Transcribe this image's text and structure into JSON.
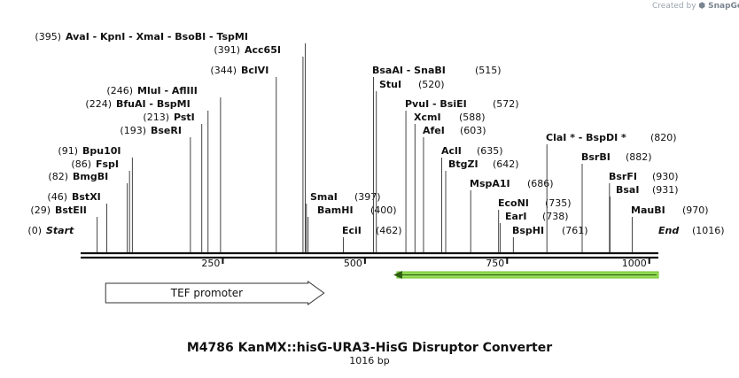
{
  "credit": {
    "created_by": "Created by",
    "brand": "SnapGene"
  },
  "map": {
    "title": "M4786 KanMX::hisG-URA3-HisG Disruptor Converter",
    "length_label": "1016 bp",
    "length": 1016,
    "ticks": [
      250,
      500,
      750,
      1000
    ],
    "ticks_text": [
      "250",
      "500",
      "750",
      "1000"
    ]
  },
  "features": [
    {
      "name": "TEF promoter",
      "start": 44,
      "end": 428,
      "direction": "forward",
      "color": "#ffffff"
    },
    {
      "name": "",
      "start": 550,
      "end": 1016,
      "direction": "reverse",
      "color": "#99e15a"
    }
  ],
  "sites": [
    {
      "label": "(0)",
      "enzyme": "Start",
      "italic": true,
      "pos": 0
    },
    {
      "label": "(29)",
      "enzyme": "BstEII",
      "pos": 29
    },
    {
      "label": "(46)",
      "enzyme": "BstXI",
      "pos": 46
    },
    {
      "label": "(82)",
      "enzyme": "BmgBI",
      "pos": 82
    },
    {
      "label": "(86)",
      "enzyme": "FspI",
      "pos": 86
    },
    {
      "label": "(91)",
      "enzyme": "Bpu10I",
      "pos": 91
    },
    {
      "label": "(193)",
      "enzyme": "BseRI",
      "pos": 193
    },
    {
      "label": "(213)",
      "enzyme": "PstI",
      "pos": 213
    },
    {
      "label": "(224)",
      "enzyme": "BfuAI - BspMI",
      "pos": 224
    },
    {
      "label": "(246)",
      "enzyme": "MluI - AflIII",
      "pos": 246
    },
    {
      "label": "(344)",
      "enzyme": "BclVI",
      "pos": 344
    },
    {
      "label": "(391)",
      "enzyme": "Acc65I",
      "pos": 391
    },
    {
      "label": "(395)",
      "enzyme": "AvaI - KpnI - XmaI - BsoBI - TspMI",
      "pos": 395
    },
    {
      "label": "(397)",
      "enzyme": "SmaI",
      "pos": 397
    },
    {
      "label": "(400)",
      "enzyme": "BamHI",
      "pos": 400
    },
    {
      "label": "(462)",
      "enzyme": "EciI",
      "pos": 462
    },
    {
      "label": "(515)",
      "enzyme": "BsaAI - SnaBI",
      "pos": 515
    },
    {
      "label": "(520)",
      "enzyme": "StuI",
      "pos": 520
    },
    {
      "label": "(572)",
      "enzyme": "PvuI - BsiEI",
      "pos": 572
    },
    {
      "label": "(588)",
      "enzyme": "XcmI",
      "pos": 588
    },
    {
      "label": "(603)",
      "enzyme": "AfeI",
      "pos": 603
    },
    {
      "label": "(635)",
      "enzyme": "AclI",
      "pos": 635
    },
    {
      "label": "(642)",
      "enzyme": "BtgZI",
      "pos": 642
    },
    {
      "label": "(686)",
      "enzyme": "MspA1I",
      "pos": 686
    },
    {
      "label": "(735)",
      "enzyme": "EcoNI",
      "pos": 735
    },
    {
      "label": "(738)",
      "enzyme": "EarI",
      "pos": 738
    },
    {
      "label": "(761)",
      "enzyme": "BspHI",
      "pos": 761
    },
    {
      "label": "(820)",
      "enzyme": "ClaI * - BspDI *",
      "pos": 820
    },
    {
      "label": "(882)",
      "enzyme": "BsrBI",
      "pos": 882
    },
    {
      "label": "(930)",
      "enzyme": "BsrFI",
      "pos": 930
    },
    {
      "label": "(931)",
      "enzyme": "BsaI",
      "pos": 931
    },
    {
      "label": "(970)",
      "enzyme": "MauBI",
      "pos": 970
    },
    {
      "label": "(1016)",
      "enzyme": "End",
      "italic": true,
      "pos": 1016
    }
  ]
}
